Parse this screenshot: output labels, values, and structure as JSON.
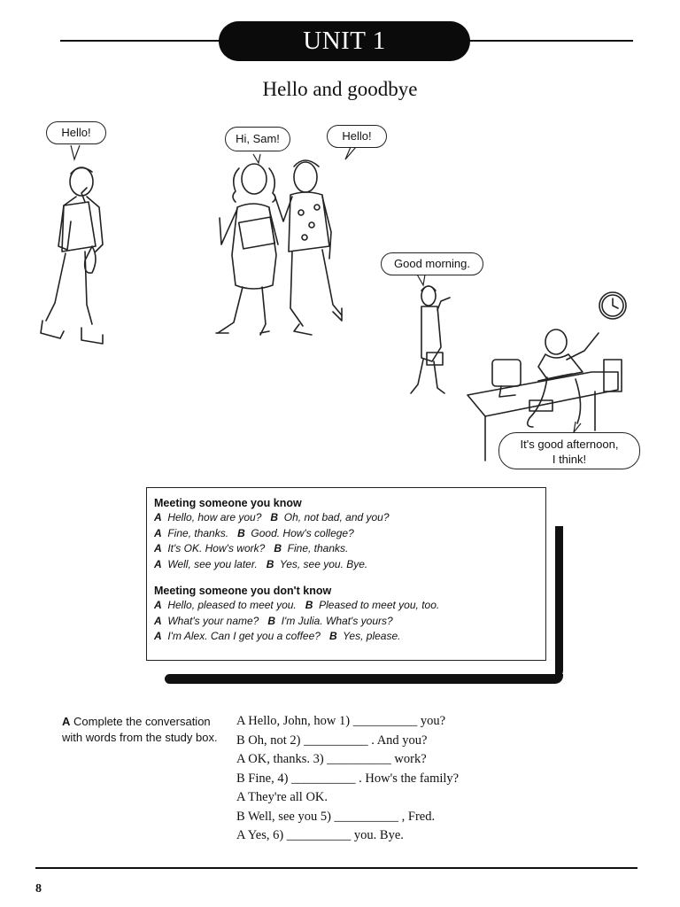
{
  "header": {
    "unit_title": "UNIT 1",
    "subtitle": "Hello and goodbye"
  },
  "illustration": {
    "bubbles": {
      "hello_left": "Hello!",
      "hi_sam": "Hi, Sam!",
      "hello_right": "Hello!",
      "good_morning": "Good morning.",
      "good_afternoon_1": "It's good afternoon,",
      "good_afternoon_2": "I think!"
    }
  },
  "study_box": {
    "section1_heading": "Meeting someone you know",
    "section1_lines": [
      {
        "a_label": "A",
        "a_text": "Hello, how are you?",
        "b_label": "B",
        "b_text": "Oh, not bad, and you?"
      },
      {
        "a_label": "A",
        "a_text": "Fine, thanks.",
        "b_label": "B",
        "b_text": "Good. How's college?"
      },
      {
        "a_label": "A",
        "a_text": "It's OK. How's work?",
        "b_label": "B",
        "b_text": "Fine, thanks."
      },
      {
        "a_label": "A",
        "a_text": "Well, see you later.",
        "b_label": "B",
        "b_text": "Yes, see you. Bye."
      }
    ],
    "section2_heading": "Meeting someone you don't know",
    "section2_lines": [
      {
        "a_label": "A",
        "a_text": "Hello, pleased to meet you.",
        "b_label": "B",
        "b_text": "Pleased to meet you, too."
      },
      {
        "a_label": "A",
        "a_text": "What's your name?",
        "b_label": "B",
        "b_text": "I'm Julia. What's yours?"
      },
      {
        "a_label": "A",
        "a_text": "I'm Alex. Can I get you a coffee?",
        "b_label": "B",
        "b_text": "Yes, please."
      }
    ]
  },
  "exercise": {
    "letter": "A",
    "instruction": "Complete the conversation with words from the study box.",
    "lines": [
      "A  Hello, John, how 1) __________ you?",
      "B  Oh, not 2) __________ . And you?",
      "A  OK, thanks. 3) __________ work?",
      "B  Fine, 4) __________ . How's the family?",
      "A  They're all OK.",
      "B  Well, see you 5) __________ , Fred.",
      "A  Yes, 6) __________ you. Bye."
    ]
  },
  "footer": {
    "page_number": "8"
  }
}
